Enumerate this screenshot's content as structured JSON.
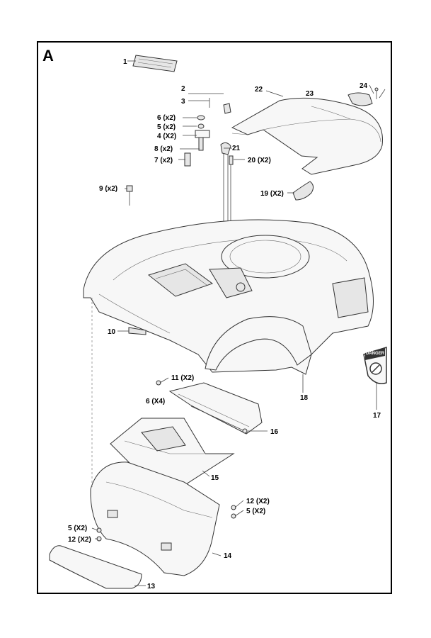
{
  "diagram": {
    "section_letter": "A",
    "callouts": [
      {
        "id": "c1",
        "text": "1"
      },
      {
        "id": "c2",
        "text": "2"
      },
      {
        "id": "c3",
        "text": "3"
      },
      {
        "id": "c6",
        "text": "6 (x2)"
      },
      {
        "id": "c5",
        "text": "5 (x2)"
      },
      {
        "id": "c4",
        "text": "4 (X2)"
      },
      {
        "id": "c8",
        "text": "8 (x2)"
      },
      {
        "id": "c7",
        "text": "7 (x2)"
      },
      {
        "id": "c9",
        "text": "9 (x2)"
      },
      {
        "id": "c22",
        "text": "22"
      },
      {
        "id": "c23",
        "text": "23"
      },
      {
        "id": "c24",
        "text": "24"
      },
      {
        "id": "c21",
        "text": "21"
      },
      {
        "id": "c20",
        "text": "20 (X2)"
      },
      {
        "id": "c19",
        "text": "19 (X2)"
      },
      {
        "id": "c10",
        "text": "10"
      },
      {
        "id": "c18",
        "text": "18"
      },
      {
        "id": "c17",
        "text": "17"
      },
      {
        "id": "c11",
        "text": "11 (X2)"
      },
      {
        "id": "c6b",
        "text": "6 (X4)"
      },
      {
        "id": "c16",
        "text": "16"
      },
      {
        "id": "c15",
        "text": "15"
      },
      {
        "id": "c12a",
        "text": "12 (X2)"
      },
      {
        "id": "c5a",
        "text": "5 (X2)"
      },
      {
        "id": "c5b",
        "text": "5 (X2)"
      },
      {
        "id": "c12b",
        "text": "12 (X2)"
      },
      {
        "id": "c14",
        "text": "14"
      },
      {
        "id": "c13",
        "text": "13"
      }
    ],
    "danger_sticker": {
      "title": "DANGER"
    }
  }
}
